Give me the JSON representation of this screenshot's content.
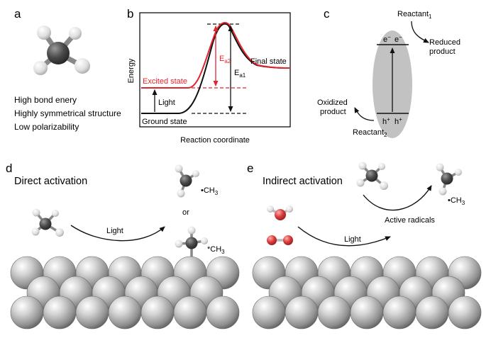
{
  "colors": {
    "accent_red": "#e2242c",
    "sphere_gray": "#b9b9b9",
    "band_gray": "#c2c2c2",
    "carbon_dark": "#4a4a4a",
    "oxygen_red": "#d93c3c"
  },
  "panel_a": {
    "label": "a",
    "properties": [
      "High bond enery",
      "Highly symmetrical structure",
      "Low polarizability"
    ]
  },
  "panel_b": {
    "label": "b",
    "ylabel": "Energy",
    "xlabel": "Reaction coordinate",
    "excited_state": "Excited state",
    "ground_state": "Ground state",
    "final_state": "Final state",
    "light": "Light",
    "ea2": {
      "main": "E",
      "sub": "a2"
    },
    "ea1": {
      "main": "E",
      "sub": "a1"
    }
  },
  "panel_c": {
    "label": "c",
    "reactant1": {
      "main": "Reactant",
      "sub": "1"
    },
    "reduced": [
      "Reduced",
      "product"
    ],
    "oxidized": [
      "Oxidized",
      "product"
    ],
    "reactant2": {
      "main": "Reactant",
      "sub": "2"
    },
    "electron": "e",
    "hole": "h",
    "minus": "−",
    "plus": "+"
  },
  "panel_d": {
    "label": "d",
    "title": "Direct activation",
    "light": "Light",
    "or": "or",
    "radical_free": "•CH",
    "radical_surface": "*CH",
    "sub3": "3"
  },
  "panel_e": {
    "label": "e",
    "title": "Indirect activation",
    "light": "Light",
    "active_radicals": "Active radicals",
    "radical": "•CH",
    "sub3": "3"
  }
}
